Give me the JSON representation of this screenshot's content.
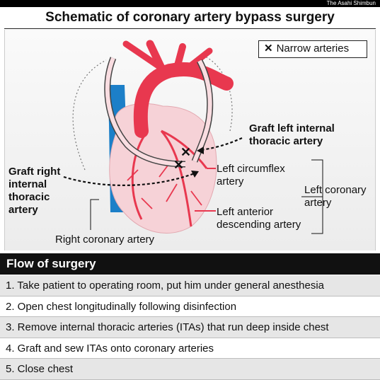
{
  "header": {
    "credit": "The Asahi Shimbun",
    "title": "Schematic of coronary artery bypass surgery"
  },
  "legend": {
    "symbol": "✕",
    "label": "Narrow arteries"
  },
  "labels": {
    "graft_left_line1": "Graft left internal",
    "graft_left_line2": "thoracic artery",
    "graft_right_line1": "Graft right",
    "graft_right_line2": "internal",
    "graft_right_line3": "thoracic",
    "graft_right_line4": "artery",
    "circumflex_line1": "Left circumflex",
    "circumflex_line2": "artery",
    "lad_line1": "Left anterior",
    "lad_line2": "descending artery",
    "left_coronary_line1": "Left coronary",
    "left_coronary_line2": "artery",
    "right_coronary": "Right coronary artery"
  },
  "flow": {
    "heading": "Flow of surgery",
    "steps": [
      "1. Take patient to operating room, put him under general anesthesia",
      "2. Open chest longitudinally following disinfection",
      "3. Remove internal thoracic arteries (ITAs) that run deep inside chest",
      "4. Graft and sew ITAs onto coronary arteries",
      "5. Close chest"
    ]
  },
  "colors": {
    "artery_red": "#e8384f",
    "heart_pink": "#f6d2d7",
    "vein_blue": "#1c7fc8",
    "graft_outline": "#444444"
  }
}
